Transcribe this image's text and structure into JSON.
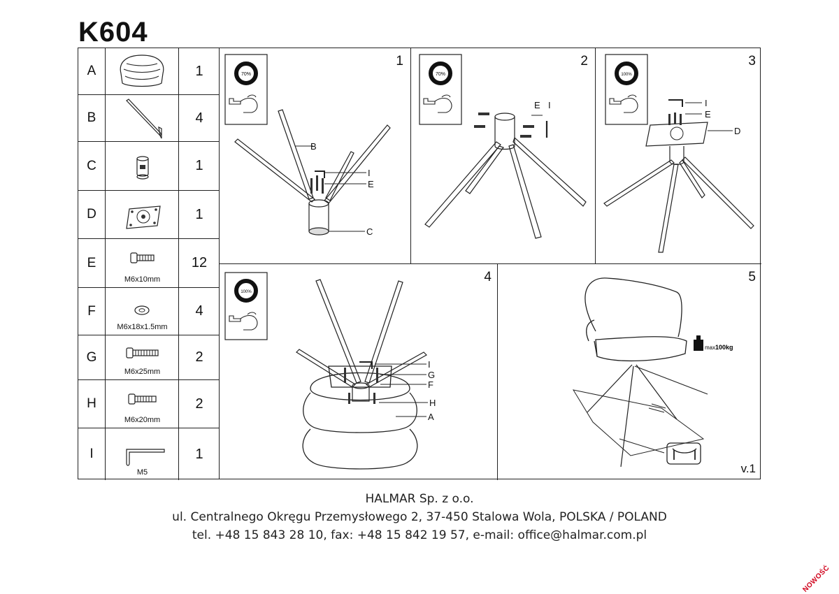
{
  "document": {
    "title": "K604",
    "version": "v.1",
    "stamp": "NOWOŚĆ"
  },
  "parts": [
    {
      "letter": "A",
      "qty": "1",
      "dim": "",
      "icon": "seat-shell-icon"
    },
    {
      "letter": "B",
      "qty": "4",
      "dim": "",
      "icon": "leg-icon"
    },
    {
      "letter": "C",
      "qty": "1",
      "dim": "",
      "icon": "swivel-hub-icon"
    },
    {
      "letter": "D",
      "qty": "1",
      "dim": "",
      "icon": "mounting-plate-icon"
    },
    {
      "letter": "E",
      "qty": "12",
      "dim": "M6x10mm",
      "icon": "bolt-icon"
    },
    {
      "letter": "F",
      "qty": "4",
      "dim": "M6x18x1.5mm",
      "icon": "washer-icon"
    },
    {
      "letter": "G",
      "qty": "2",
      "dim": "M6x25mm",
      "icon": "bolt-icon"
    },
    {
      "letter": "H",
      "qty": "2",
      "dim": "M6x20mm",
      "icon": "bolt-icon"
    },
    {
      "letter": "I",
      "qty": "1",
      "dim": "M5",
      "icon": "allen-key-icon"
    }
  ],
  "steps": [
    {
      "number": "1",
      "torque": "70%",
      "labels": [
        "B",
        "I",
        "E",
        "C"
      ]
    },
    {
      "number": "2",
      "torque": "70%",
      "labels": [
        "E",
        "I"
      ]
    },
    {
      "number": "3",
      "torque": "100%",
      "labels": [
        "I",
        "E",
        "D"
      ]
    },
    {
      "number": "4",
      "torque": "100%",
      "labels": [
        "I",
        "G",
        "F",
        "H",
        "A"
      ]
    },
    {
      "number": "5",
      "max_load_prefix": "max",
      "max_load_value": "100kg"
    }
  ],
  "footer": {
    "company": "HALMAR Sp. z o.o.",
    "address": "ul. Centralnego Okręgu Przemysłowego 2, 37-450 Stalowa Wola, POLSKA / POLAND",
    "contact": "tel. +48 15 843 28 10, fax: +48 15 842 19 57, e-mail: office@halmar.com.pl"
  }
}
